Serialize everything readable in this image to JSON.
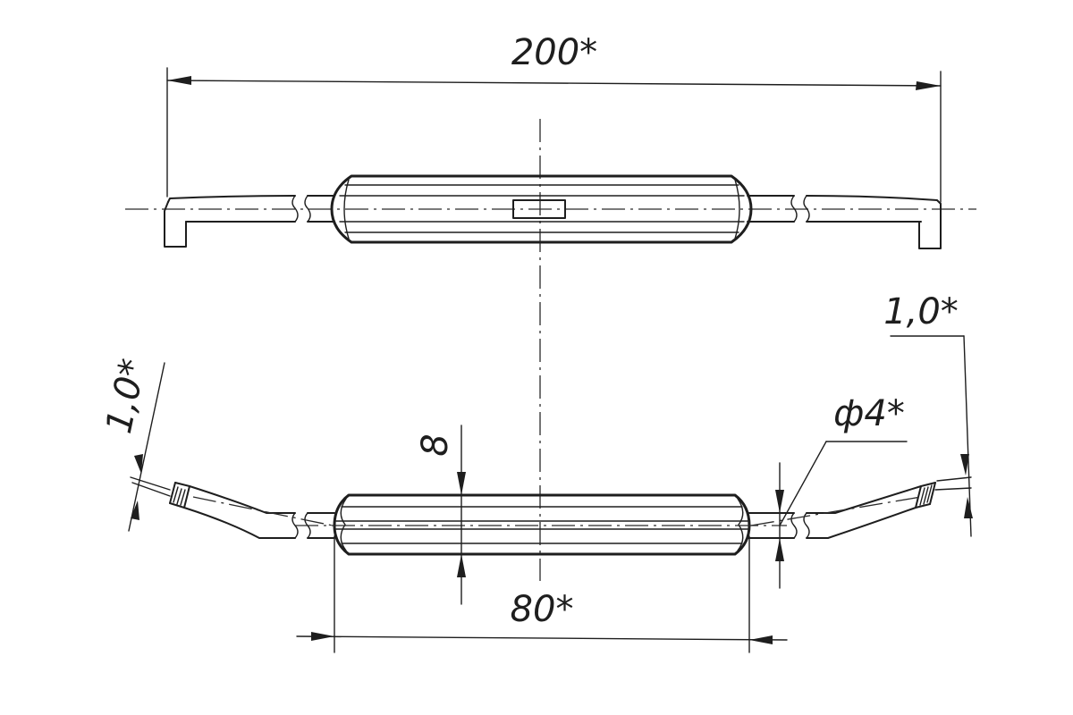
{
  "title": "",
  "dimensions": {
    "overall_length": "200*",
    "tube_length": "80*",
    "tube_height": "8",
    "rod_diameter": "ф4*",
    "hook_left": "1,0*",
    "hook_right": "1,0*"
  },
  "colors": {
    "ink": "#1e1e1e",
    "paper": "#ffffff"
  }
}
